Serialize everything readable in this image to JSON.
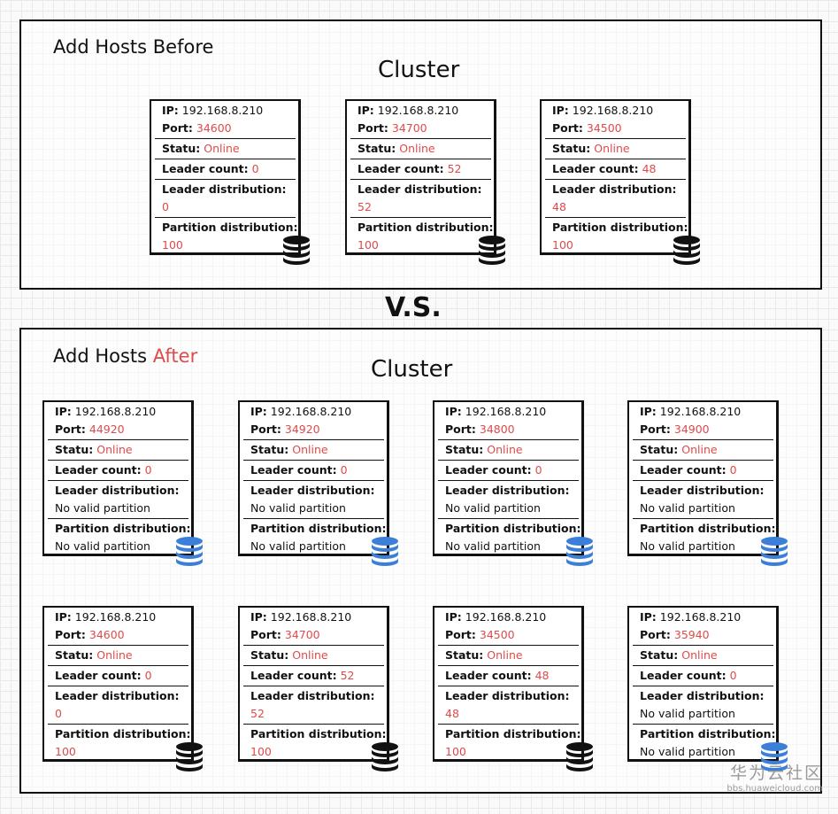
{
  "before": {
    "label": "Add Hosts Before",
    "cluster_title": "Cluster",
    "cards": [
      {
        "ip": "192.168.8.210",
        "port": "34600",
        "statu": "Online",
        "leader_count": "0",
        "leader_distribution": "0",
        "partition_distribution": "100",
        "db_color": "black"
      },
      {
        "ip": "192.168.8.210",
        "port": "34700",
        "statu": "Online",
        "leader_count": "52",
        "leader_distribution": "52",
        "partition_distribution": "100",
        "db_color": "black"
      },
      {
        "ip": "192.168.8.210",
        "port": "34500",
        "statu": "Online",
        "leader_count": "48",
        "leader_distribution": "48",
        "partition_distribution": "100",
        "db_color": "black"
      }
    ]
  },
  "vs": "V.S.",
  "after": {
    "label_prefix": "Add Hosts",
    "label_accent": "After",
    "cluster_title": "Cluster",
    "cards": [
      {
        "ip": "192.168.8.210",
        "port": "44920",
        "statu": "Online",
        "leader_count": "0",
        "leader_distribution": "No valid partition",
        "partition_distribution": "No valid partition",
        "db_color": "blue"
      },
      {
        "ip": "192.168.8.210",
        "port": "34920",
        "statu": "Online",
        "leader_count": "0",
        "leader_distribution": "No valid partition",
        "partition_distribution": "No valid partition",
        "db_color": "blue"
      },
      {
        "ip": "192.168.8.210",
        "port": "34800",
        "statu": "Online",
        "leader_count": "0",
        "leader_distribution": "No valid partition",
        "partition_distribution": "No valid partition",
        "db_color": "blue"
      },
      {
        "ip": "192.168.8.210",
        "port": "34900",
        "statu": "Online",
        "leader_count": "0",
        "leader_distribution": "No valid partition",
        "partition_distribution": "No valid partition",
        "db_color": "blue"
      },
      {
        "ip": "192.168.8.210",
        "port": "34600",
        "statu": "Online",
        "leader_count": "0",
        "leader_distribution": "0",
        "partition_distribution": "100",
        "db_color": "black"
      },
      {
        "ip": "192.168.8.210",
        "port": "34700",
        "statu": "Online",
        "leader_count": "52",
        "leader_distribution": "52",
        "partition_distribution": "100",
        "db_color": "black"
      },
      {
        "ip": "192.168.8.210",
        "port": "34500",
        "statu": "Online",
        "leader_count": "48",
        "leader_distribution": "48",
        "partition_distribution": "100",
        "db_color": "black"
      },
      {
        "ip": "192.168.8.210",
        "port": "35940",
        "statu": "Online",
        "leader_count": "0",
        "leader_distribution": "No valid partition",
        "partition_distribution": "No valid partition",
        "db_color": "blue"
      }
    ]
  },
  "labels": {
    "ip": "IP:",
    "port": "Port:",
    "statu": "Statu:",
    "leader_count": "Leader count:",
    "leader_distribution": "Leader distribution:",
    "partition_distribution": "Partition distribution:"
  },
  "colors": {
    "accent": "#e04a4a",
    "db_black": "#111111",
    "db_blue": "#3b7fd9",
    "text": "#111111"
  },
  "watermark": {
    "zh": "华为云社区",
    "url": "bbs.huaweicloud.com"
  }
}
